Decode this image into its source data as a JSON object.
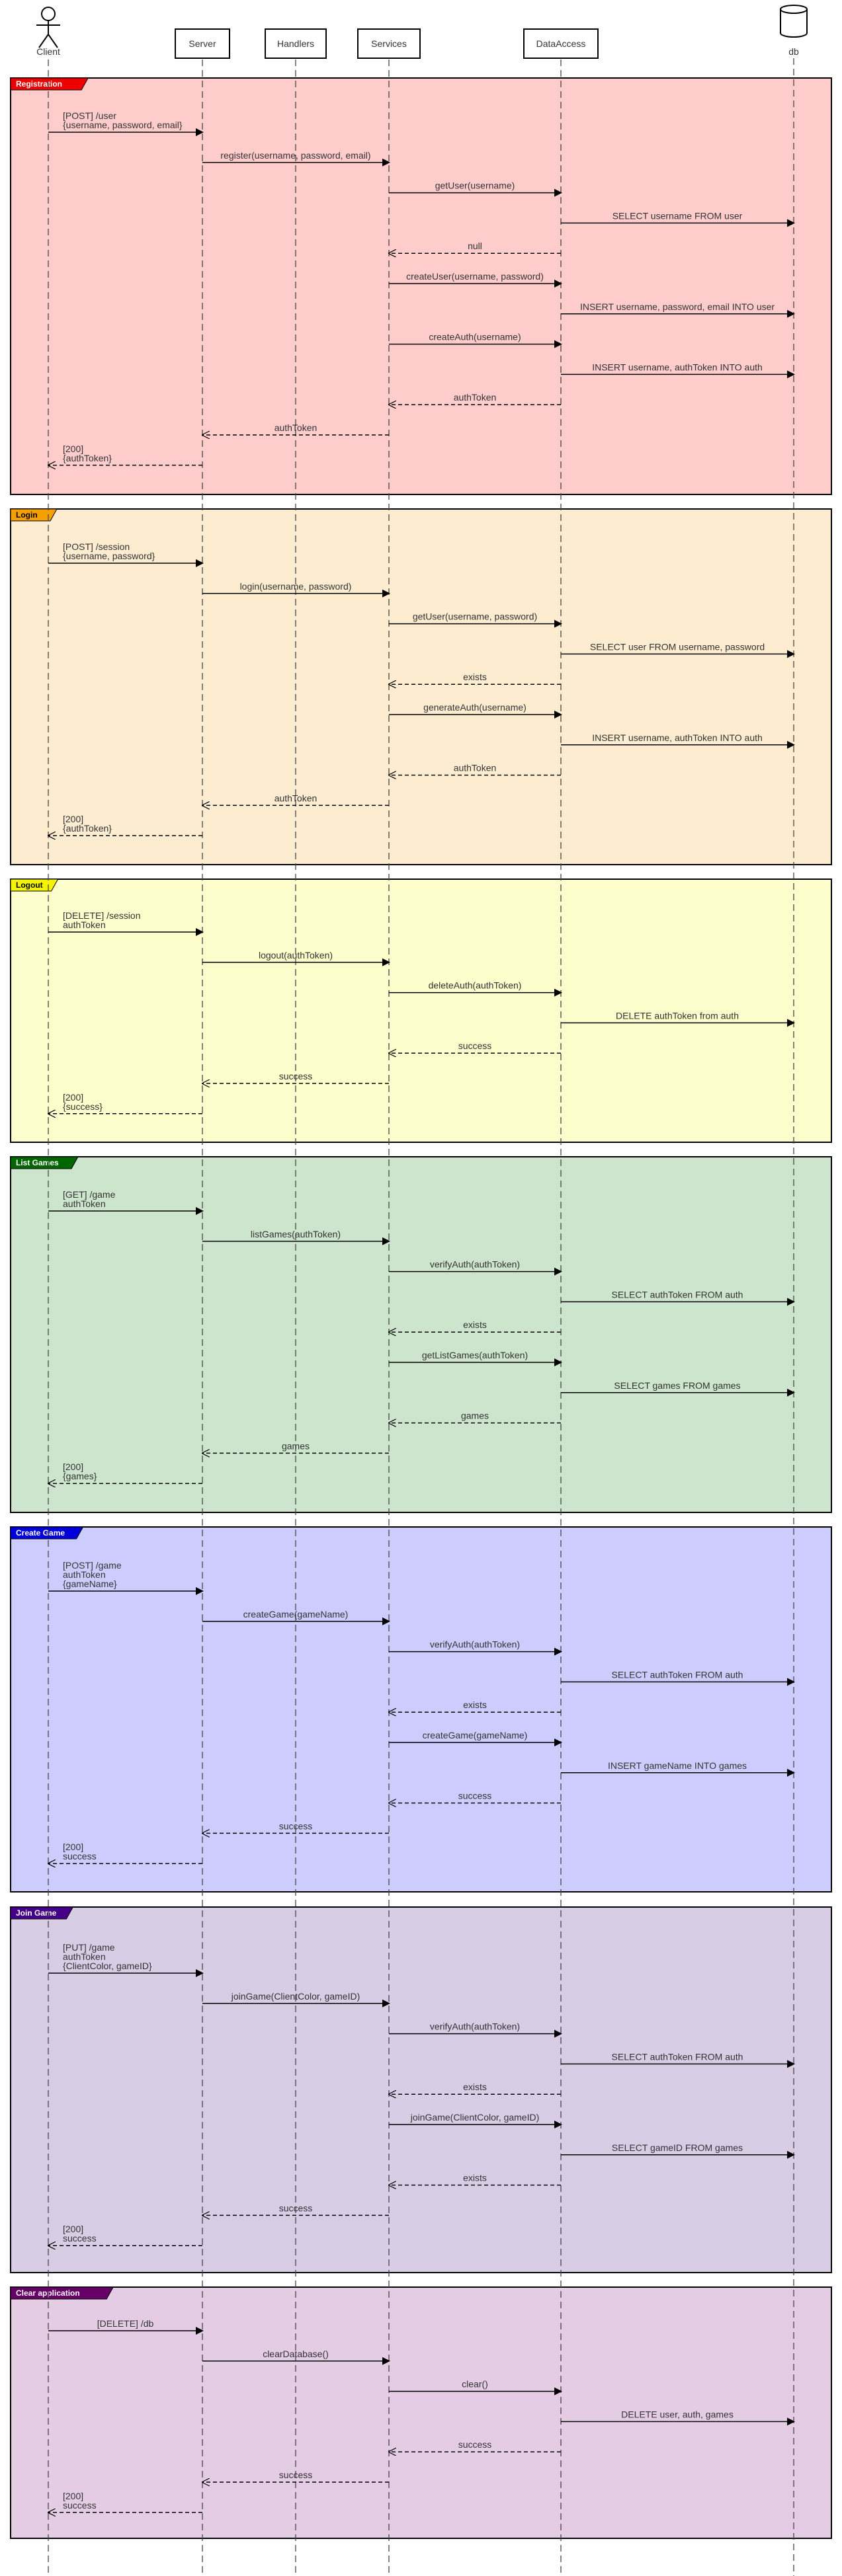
{
  "participants": [
    {
      "id": "client",
      "name": "Client",
      "kind": "actor"
    },
    {
      "id": "server",
      "name": "Server",
      "kind": "box"
    },
    {
      "id": "handlers",
      "name": "Handlers",
      "kind": "box"
    },
    {
      "id": "services",
      "name": "Services",
      "kind": "box"
    },
    {
      "id": "dataaccess",
      "name": "DataAccess",
      "kind": "box"
    },
    {
      "id": "db",
      "name": "db",
      "kind": "database"
    }
  ],
  "groups": [
    {
      "name": "Registration",
      "bg": "#ffcccc",
      "tag": "#ee0000",
      "tag_text": "#ffffff",
      "messages": [
        {
          "from": "client",
          "to": "server",
          "text": [
            "[POST] /user",
            "{username, password, email}"
          ],
          "style": "solid"
        },
        {
          "from": "server",
          "to": "services",
          "text": [
            "register(username, password, email)"
          ],
          "style": "solid"
        },
        {
          "from": "services",
          "to": "dataaccess",
          "text": [
            "getUser(username)"
          ],
          "style": "solid"
        },
        {
          "from": "dataaccess",
          "to": "db",
          "text": [
            "SELECT username FROM user"
          ],
          "style": "solid"
        },
        {
          "from": "dataaccess",
          "to": "services",
          "text": [
            "null"
          ],
          "style": "dashed"
        },
        {
          "from": "services",
          "to": "dataaccess",
          "text": [
            "createUser(username, password)"
          ],
          "style": "solid"
        },
        {
          "from": "dataaccess",
          "to": "db",
          "text": [
            "INSERT username, password, email INTO user"
          ],
          "style": "solid"
        },
        {
          "from": "services",
          "to": "dataaccess",
          "text": [
            "createAuth(username)"
          ],
          "style": "solid"
        },
        {
          "from": "dataaccess",
          "to": "db",
          "text": [
            "INSERT username, authToken INTO auth"
          ],
          "style": "solid"
        },
        {
          "from": "dataaccess",
          "to": "services",
          "text": [
            "authToken"
          ],
          "style": "dashed"
        },
        {
          "from": "services",
          "to": "server",
          "text": [
            "authToken"
          ],
          "style": "dashed"
        },
        {
          "from": "server",
          "to": "client",
          "text": [
            "[200]",
            "{authToken}"
          ],
          "style": "dashed"
        }
      ]
    },
    {
      "name": "Login",
      "bg": "#feecd0",
      "tag": "#f5a000",
      "tag_text": "#000000",
      "messages": [
        {
          "from": "client",
          "to": "server",
          "text": [
            "[POST] /session",
            "{username, password}"
          ],
          "style": "solid"
        },
        {
          "from": "server",
          "to": "services",
          "text": [
            "login(username, password)"
          ],
          "style": "solid"
        },
        {
          "from": "services",
          "to": "dataaccess",
          "text": [
            "getUser(username, password)"
          ],
          "style": "solid"
        },
        {
          "from": "dataaccess",
          "to": "db",
          "text": [
            "SELECT user FROM username, password"
          ],
          "style": "solid"
        },
        {
          "from": "dataaccess",
          "to": "services",
          "text": [
            "exists"
          ],
          "style": "dashed"
        },
        {
          "from": "services",
          "to": "dataaccess",
          "text": [
            "generateAuth(username)"
          ],
          "style": "solid"
        },
        {
          "from": "dataaccess",
          "to": "db",
          "text": [
            "INSERT username, authToken INTO auth"
          ],
          "style": "solid"
        },
        {
          "from": "dataaccess",
          "to": "services",
          "text": [
            "authToken"
          ],
          "style": "dashed"
        },
        {
          "from": "services",
          "to": "server",
          "text": [
            "authToken"
          ],
          "style": "dashed"
        },
        {
          "from": "server",
          "to": "client",
          "text": [
            "[200]",
            "{authToken}"
          ],
          "style": "dashed"
        }
      ]
    },
    {
      "name": "Logout",
      "bg": "#fefdcc",
      "tag": "#f4f400",
      "tag_text": "#000000",
      "messages": [
        {
          "from": "client",
          "to": "server",
          "text": [
            "[DELETE] /session",
            "authToken"
          ],
          "style": "solid"
        },
        {
          "from": "server",
          "to": "services",
          "text": [
            "logout(authToken)"
          ],
          "style": "solid"
        },
        {
          "from": "services",
          "to": "dataaccess",
          "text": [
            "deleteAuth(authToken)"
          ],
          "style": "solid"
        },
        {
          "from": "dataaccess",
          "to": "db",
          "text": [
            "DELETE authToken from auth"
          ],
          "style": "solid"
        },
        {
          "from": "dataaccess",
          "to": "services",
          "text": [
            "success"
          ],
          "style": "dashed"
        },
        {
          "from": "services",
          "to": "server",
          "text": [
            "success"
          ],
          "style": "dashed"
        },
        {
          "from": "server",
          "to": "client",
          "text": [
            "[200]",
            "{success}"
          ],
          "style": "dashed"
        }
      ]
    },
    {
      "name": "List Games",
      "bg": "#cde5cc",
      "tag": "#006600",
      "tag_text": "#ffffff",
      "messages": [
        {
          "from": "client",
          "to": "server",
          "text": [
            "[GET] /game",
            "authToken"
          ],
          "style": "solid"
        },
        {
          "from": "server",
          "to": "services",
          "text": [
            "listGames(authToken)"
          ],
          "style": "solid"
        },
        {
          "from": "services",
          "to": "dataaccess",
          "text": [
            "verifyAuth(authToken)"
          ],
          "style": "solid"
        },
        {
          "from": "dataaccess",
          "to": "db",
          "text": [
            "SELECT authToken FROM auth"
          ],
          "style": "solid"
        },
        {
          "from": "dataaccess",
          "to": "services",
          "text": [
            "exists"
          ],
          "style": "dashed"
        },
        {
          "from": "services",
          "to": "dataaccess",
          "text": [
            "getListGames(authToken)"
          ],
          "style": "solid"
        },
        {
          "from": "dataaccess",
          "to": "db",
          "text": [
            "SELECT games FROM games"
          ],
          "style": "solid"
        },
        {
          "from": "dataaccess",
          "to": "services",
          "text": [
            "games"
          ],
          "style": "dashed"
        },
        {
          "from": "services",
          "to": "server",
          "text": [
            "games"
          ],
          "style": "dashed"
        },
        {
          "from": "server",
          "to": "client",
          "text": [
            "[200]",
            "{games}"
          ],
          "style": "dashed"
        }
      ]
    },
    {
      "name": "Create Game",
      "bg": "#ccccfe",
      "tag": "#0000dd",
      "tag_text": "#ffffff",
      "messages": [
        {
          "from": "client",
          "to": "server",
          "text": [
            "[POST] /game",
            "authToken",
            "{gameName}"
          ],
          "style": "solid"
        },
        {
          "from": "server",
          "to": "services",
          "text": [
            "createGame(gameName)"
          ],
          "style": "solid"
        },
        {
          "from": "services",
          "to": "dataaccess",
          "text": [
            "verifyAuth(authToken)"
          ],
          "style": "solid"
        },
        {
          "from": "dataaccess",
          "to": "db",
          "text": [
            "SELECT authToken FROM auth"
          ],
          "style": "solid"
        },
        {
          "from": "dataaccess",
          "to": "services",
          "text": [
            "exists"
          ],
          "style": "dashed"
        },
        {
          "from": "services",
          "to": "dataaccess",
          "text": [
            "createGame(gameName)"
          ],
          "style": "solid"
        },
        {
          "from": "dataaccess",
          "to": "db",
          "text": [
            "INSERT gameName INTO games"
          ],
          "style": "solid"
        },
        {
          "from": "dataaccess",
          "to": "services",
          "text": [
            "success"
          ],
          "style": "dashed"
        },
        {
          "from": "services",
          "to": "server",
          "text": [
            "success"
          ],
          "style": "dashed"
        },
        {
          "from": "server",
          "to": "client",
          "text": [
            "[200]",
            "success"
          ],
          "style": "dashed"
        }
      ]
    },
    {
      "name": "Join Game",
      "bg": "#d9cce5",
      "tag": "#440088",
      "tag_text": "#ffffff",
      "messages": [
        {
          "from": "client",
          "to": "server",
          "text": [
            "[PUT] /game",
            "authToken",
            "{ClientColor, gameID}"
          ],
          "style": "solid"
        },
        {
          "from": "server",
          "to": "services",
          "text": [
            "joinGame(ClientColor, gameID)"
          ],
          "style": "solid"
        },
        {
          "from": "services",
          "to": "dataaccess",
          "text": [
            "verifyAuth(authToken)"
          ],
          "style": "solid"
        },
        {
          "from": "dataaccess",
          "to": "db",
          "text": [
            "SELECT authToken FROM auth"
          ],
          "style": "solid"
        },
        {
          "from": "dataaccess",
          "to": "services",
          "text": [
            "exists"
          ],
          "style": "dashed"
        },
        {
          "from": "services",
          "to": "dataaccess",
          "text": [
            "joinGame(ClientColor, gameID)"
          ],
          "style": "solid"
        },
        {
          "from": "dataaccess",
          "to": "db",
          "text": [
            "SELECT gameID FROM games"
          ],
          "style": "solid"
        },
        {
          "from": "dataaccess",
          "to": "services",
          "text": [
            "exists"
          ],
          "style": "dashed"
        },
        {
          "from": "services",
          "to": "server",
          "text": [
            "success"
          ],
          "style": "dashed"
        },
        {
          "from": "server",
          "to": "client",
          "text": [
            "[200]",
            "success"
          ],
          "style": "dashed"
        }
      ]
    },
    {
      "name": "Clear application",
      "bg": "#e5cce5",
      "tag": "#660066",
      "tag_text": "#ffffff",
      "messages": [
        {
          "from": "client",
          "to": "server",
          "text": [
            "[DELETE] /db"
          ],
          "style": "solid"
        },
        {
          "from": "server",
          "to": "services",
          "text": [
            "clearDatabase()"
          ],
          "style": "solid"
        },
        {
          "from": "services",
          "to": "dataaccess",
          "text": [
            "clear()"
          ],
          "style": "solid"
        },
        {
          "from": "dataaccess",
          "to": "db",
          "text": [
            "DELETE user, auth, games"
          ],
          "style": "solid"
        },
        {
          "from": "dataaccess",
          "to": "services",
          "text": [
            "success"
          ],
          "style": "dashed"
        },
        {
          "from": "services",
          "to": "server",
          "text": [
            "success"
          ],
          "style": "dashed"
        },
        {
          "from": "server",
          "to": "client",
          "text": [
            "[200]",
            "success"
          ],
          "style": "dashed"
        }
      ]
    }
  ]
}
